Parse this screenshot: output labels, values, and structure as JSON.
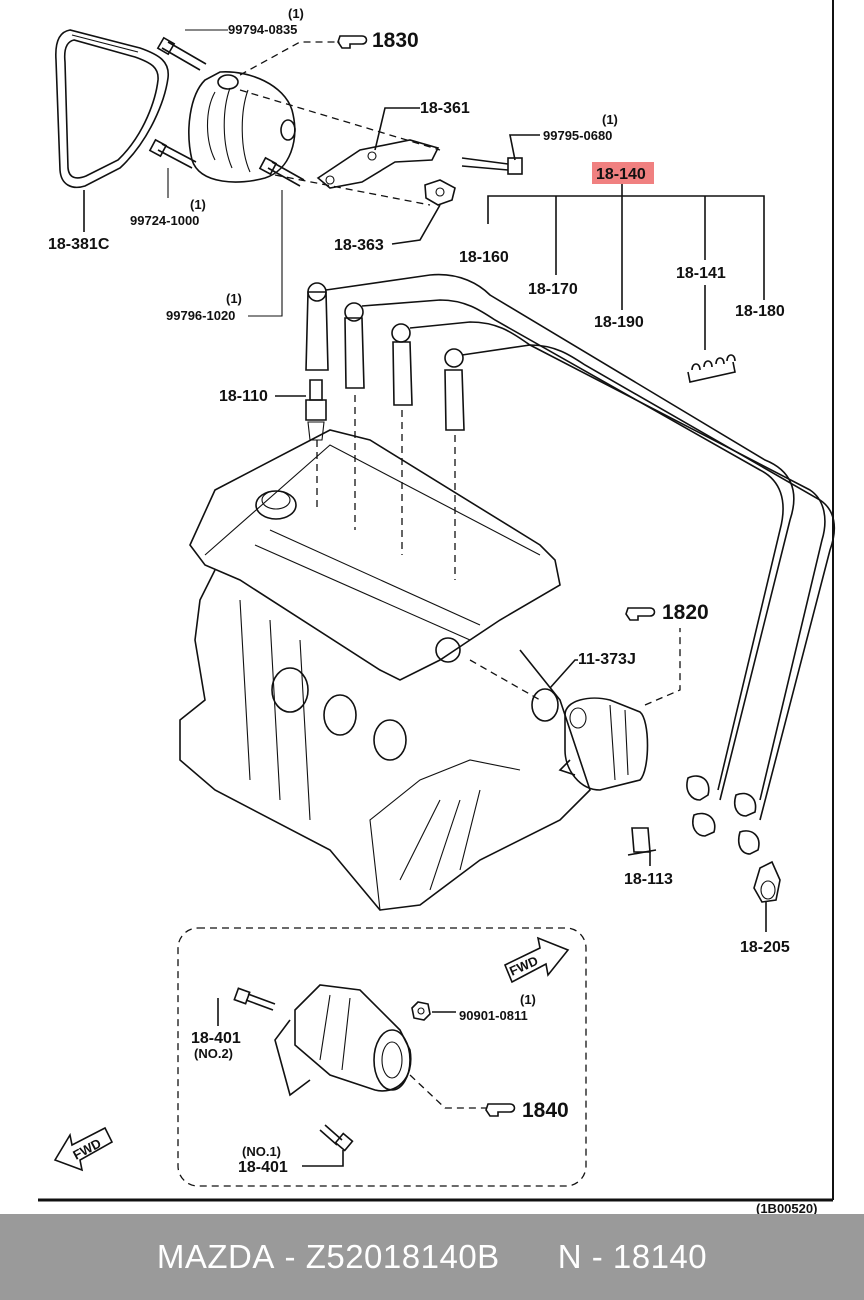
{
  "diagram": {
    "labels": {
      "belt": "18-381C",
      "bolt_a_qty": "(1)",
      "bolt_a": "99794-0835",
      "ref_1830": "1830",
      "bracket": "18-361",
      "bolt_b_qty": "(1)",
      "bolt_b": "99795-0680",
      "bolt_c_qty": "(1)",
      "bolt_c": "99724-1000",
      "bracket_part": "18-363",
      "bolt_d_qty": "(1)",
      "bolt_d": "99796-1020",
      "wire_set": "18-140",
      "wire_160": "18-160",
      "wire_170": "18-170",
      "clip_141": "18-141",
      "wire_180": "18-180",
      "wire_190": "18-190",
      "spark_plug": "18-110",
      "ref_1820": "1820",
      "o_ring": "11-373J",
      "bolt_113": "18-113",
      "part_205": "18-205",
      "bolt_401_no2": "18-401",
      "no2": "(NO.2)",
      "nut_qty": "(1)",
      "nut": "90901-0811",
      "ref_1840": "1840",
      "no1": "(NO.1)",
      "bolt_401_no1": "18-401",
      "fwd_top": "FWD",
      "fwd_bottom": "FWD",
      "code": "(1B00520)"
    },
    "highlight_color": "#f08080"
  },
  "footer": {
    "brand": "MAZDA",
    "part_number": "Z52018140B",
    "ref": "N - 18140"
  }
}
